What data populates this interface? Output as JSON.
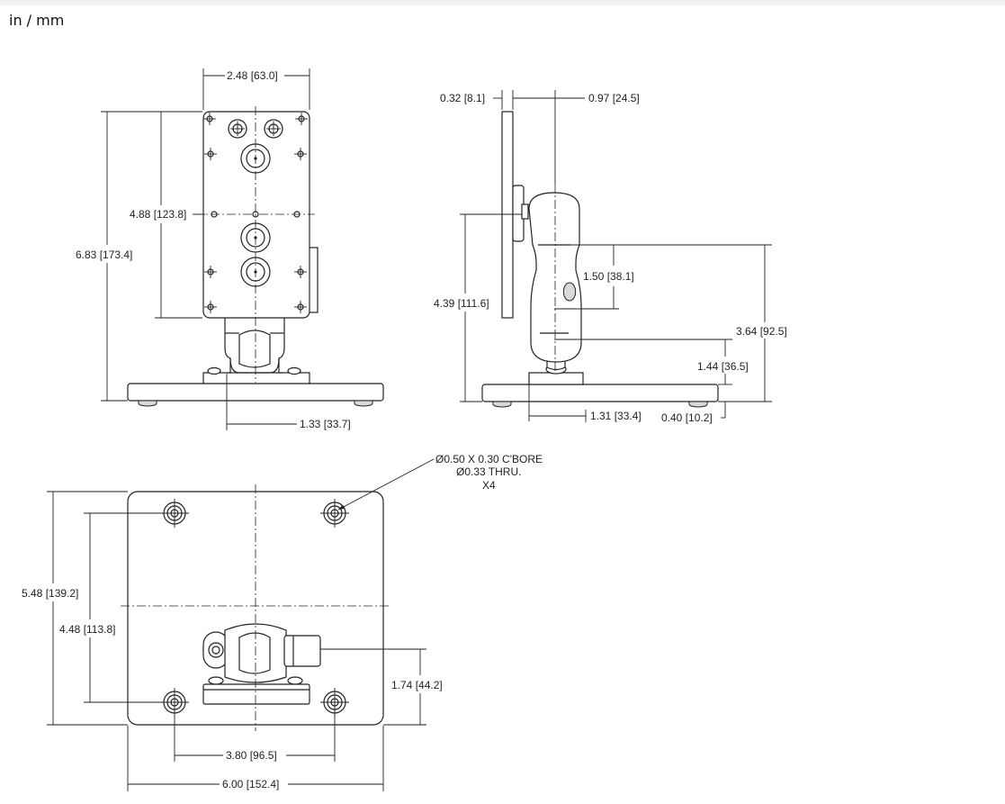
{
  "units_label": "in / mm",
  "dimensions": {
    "front_width": "2.48 [63.0]",
    "front_plate_height": "4.88 [123.8]",
    "front_total_height": "6.83 [173.4]",
    "front_base_offset": "1.33 [33.7]",
    "side_plate_thickness": "0.32 [8.1]",
    "side_arm_offset": "0.97 [24.5]",
    "side_total_height": "4.39 [111.6]",
    "side_arm_span": "1.50 [38.1]",
    "side_pivot_height": "3.64 [92.5]",
    "side_lower_height": "1.44 [36.5]",
    "side_base_offset": "1.31 [33.4]",
    "side_base_thickness": "0.40 [10.2]",
    "base_height": "5.48 [139.2]",
    "base_hole_spacing_v": "4.48 [113.8]",
    "base_ball_offset": "1.74 [44.2]",
    "base_hole_spacing_h": "3.80 [96.5]",
    "base_width": "6.00 [152.4]"
  },
  "hole_note": {
    "line1": "Ø0.50 X 0.30 C'BORE",
    "line2": "Ø0.33 THRU.",
    "line3": "X4"
  }
}
